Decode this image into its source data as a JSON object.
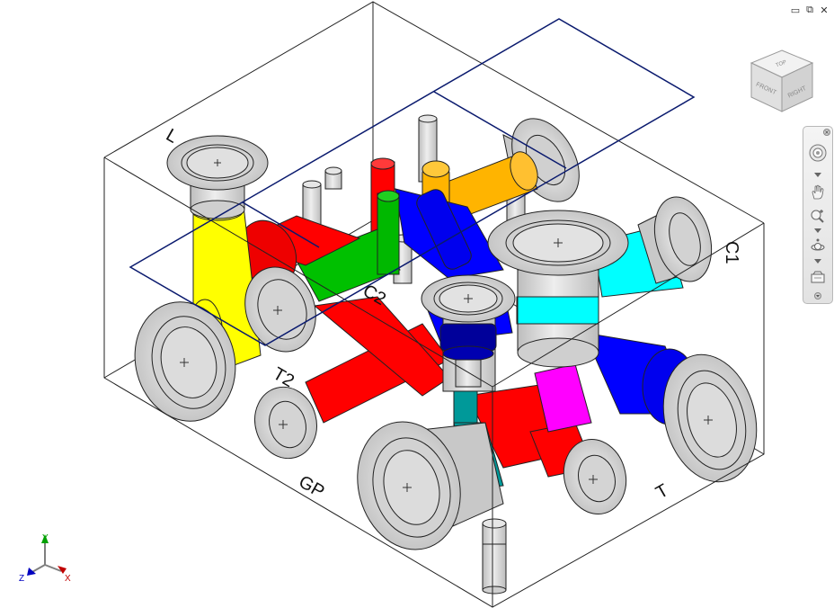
{
  "window_controls": {
    "minimize": "▭",
    "restore": "⧉",
    "close": "✕"
  },
  "port_labels": {
    "L": "L",
    "T2": "T2",
    "C2": "C2",
    "GP": "GP",
    "T": "T",
    "C1": "C1"
  },
  "viewcube": {
    "top": "TOP",
    "front": "FRONT",
    "right": "RIGHT"
  },
  "axis_triad": {
    "x": "X",
    "y": "Y",
    "z": "Z"
  },
  "colors": {
    "outline": "#222222",
    "sketch_rect": "#0a1a6e",
    "gray_metal": "#d6d6d6",
    "yellow": "#ffff00",
    "red": "#ff0000",
    "green": "#00c000",
    "blue": "#0000ff",
    "orange": "#ffb400",
    "cyan": "#00ffff",
    "magenta": "#ff00ff",
    "teal": "#009999",
    "navy": "#00009a"
  },
  "navbar_tools": [
    {
      "name": "full-navigation-wheel"
    },
    {
      "name": "pan"
    },
    {
      "name": "zoom"
    },
    {
      "name": "orbit"
    },
    {
      "name": "look-at"
    }
  ]
}
